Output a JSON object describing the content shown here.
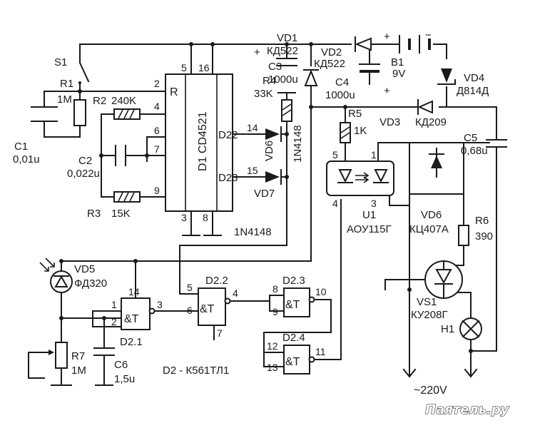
{
  "components": {
    "s1": "S1",
    "r1": "R1",
    "r2": "R2",
    "r3": "R3",
    "r4": "R4",
    "r5": "R5",
    "r6": "R6",
    "r7": "R7",
    "c1": "C1",
    "c2": "C2",
    "c3": "C3",
    "c4": "C4",
    "c5": "C5",
    "c6": "C6",
    "d1": "D1 CD4521",
    "vd1": "VD1",
    "vd2": "VD2",
    "vd3": "VD3",
    "vd4": "VD4",
    "vd5": "VD5",
    "vd6_diode": "VD6",
    "vd6_bridge": "VD6",
    "vd7": "VD7",
    "b1": "B1",
    "u1": "U1",
    "vs1": "VS1",
    "h1": "H1",
    "d2_1": "D2.1",
    "d2_2": "D2.2",
    "d2_3": "D2.3",
    "d2_4": "D2.4"
  },
  "values": {
    "r1": "1M",
    "r2": "240K",
    "r3": "15K",
    "r4": "33K",
    "r5": "1K",
    "r6": "390",
    "r7": "1M",
    "c1": "0,01u",
    "c2": "0,022u",
    "c3": "1000u",
    "c4": "1000u",
    "c5": "0,68u",
    "c6": "1,5u",
    "vd1": "КД522",
    "vd2": "КД522",
    "vd3": "КД209",
    "vd4": "Д814Д",
    "vd5": "ФД320",
    "vd6_diode": "1N4148",
    "vd6_bridge": "КЦ407А",
    "vd7": "1N4148",
    "b1": "9V",
    "u1": "АОУ115Г",
    "vs1": "КУ208Г"
  },
  "pins": {
    "d1_r": "R",
    "d1_2": "2",
    "d1_4": "4",
    "d1_6": "6",
    "d1_7": "7",
    "d1_9": "9",
    "d1_5": "5",
    "d1_16": "16",
    "d1_3": "3",
    "d1_8": "8",
    "d1_14": "14",
    "d1_15": "15",
    "d22": "D22",
    "d23": "D23",
    "u1_5": "5",
    "u1_1": "1",
    "u1_4": "4",
    "u1_3": "3",
    "d21_14": "14",
    "d21_1": "1",
    "d21_2": "2",
    "d21_3": "3",
    "d22_5": "5",
    "d22_6": "6",
    "d22_4": "4",
    "d22_7": "7",
    "d23_8": "8",
    "d23_9": "9",
    "d23_10": "10",
    "d24_12": "12",
    "d24_13": "13",
    "d24_11": "11"
  },
  "signs": {
    "plus": "+",
    "minus": "−"
  },
  "logic": "&T",
  "note": "D2 - К561ТЛ1",
  "mains": "~220V",
  "watermark": "Паятель.ру"
}
